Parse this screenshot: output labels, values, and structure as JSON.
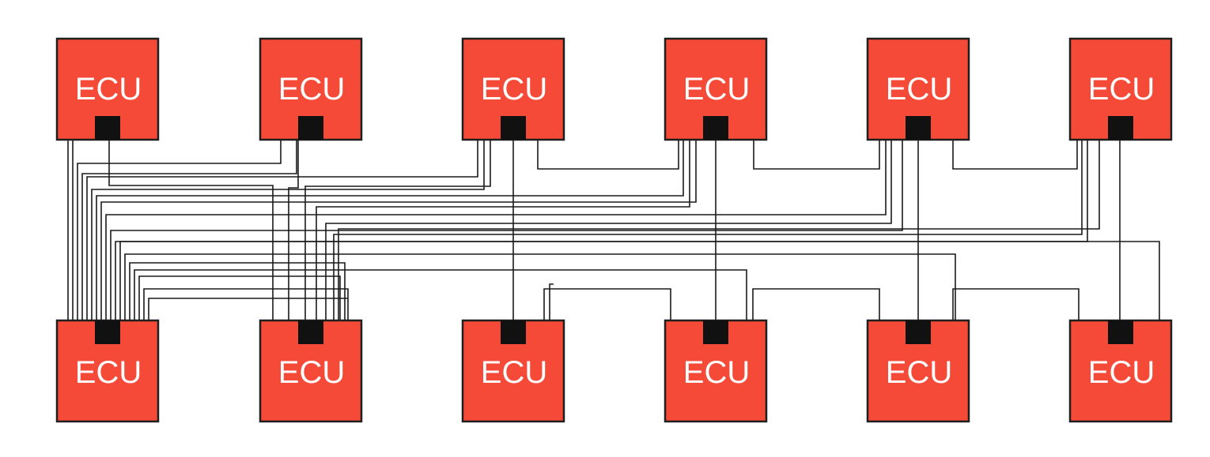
{
  "diagram": {
    "node_label": "ECU",
    "colors": {
      "ecu_fill": "#f44a37",
      "ecu_border": "#1f1f1f",
      "port": "#111111",
      "wire": "#1a1a1a",
      "background": "#ffffff"
    },
    "top_row": [
      {
        "id": "top-1",
        "label": "ECU"
      },
      {
        "id": "top-2",
        "label": "ECU"
      },
      {
        "id": "top-3",
        "label": "ECU"
      },
      {
        "id": "top-4",
        "label": "ECU"
      },
      {
        "id": "top-5",
        "label": "ECU"
      },
      {
        "id": "top-6",
        "label": "ECU"
      }
    ],
    "bottom_row": [
      {
        "id": "bottom-1",
        "label": "ECU"
      },
      {
        "id": "bottom-2",
        "label": "ECU"
      },
      {
        "id": "bottom-3",
        "label": "ECU"
      },
      {
        "id": "bottom-4",
        "label": "ECU"
      },
      {
        "id": "bottom-5",
        "label": "ECU"
      },
      {
        "id": "bottom-6",
        "label": "ECU"
      }
    ],
    "connection_style": "point-to-point wiring between every unit"
  }
}
